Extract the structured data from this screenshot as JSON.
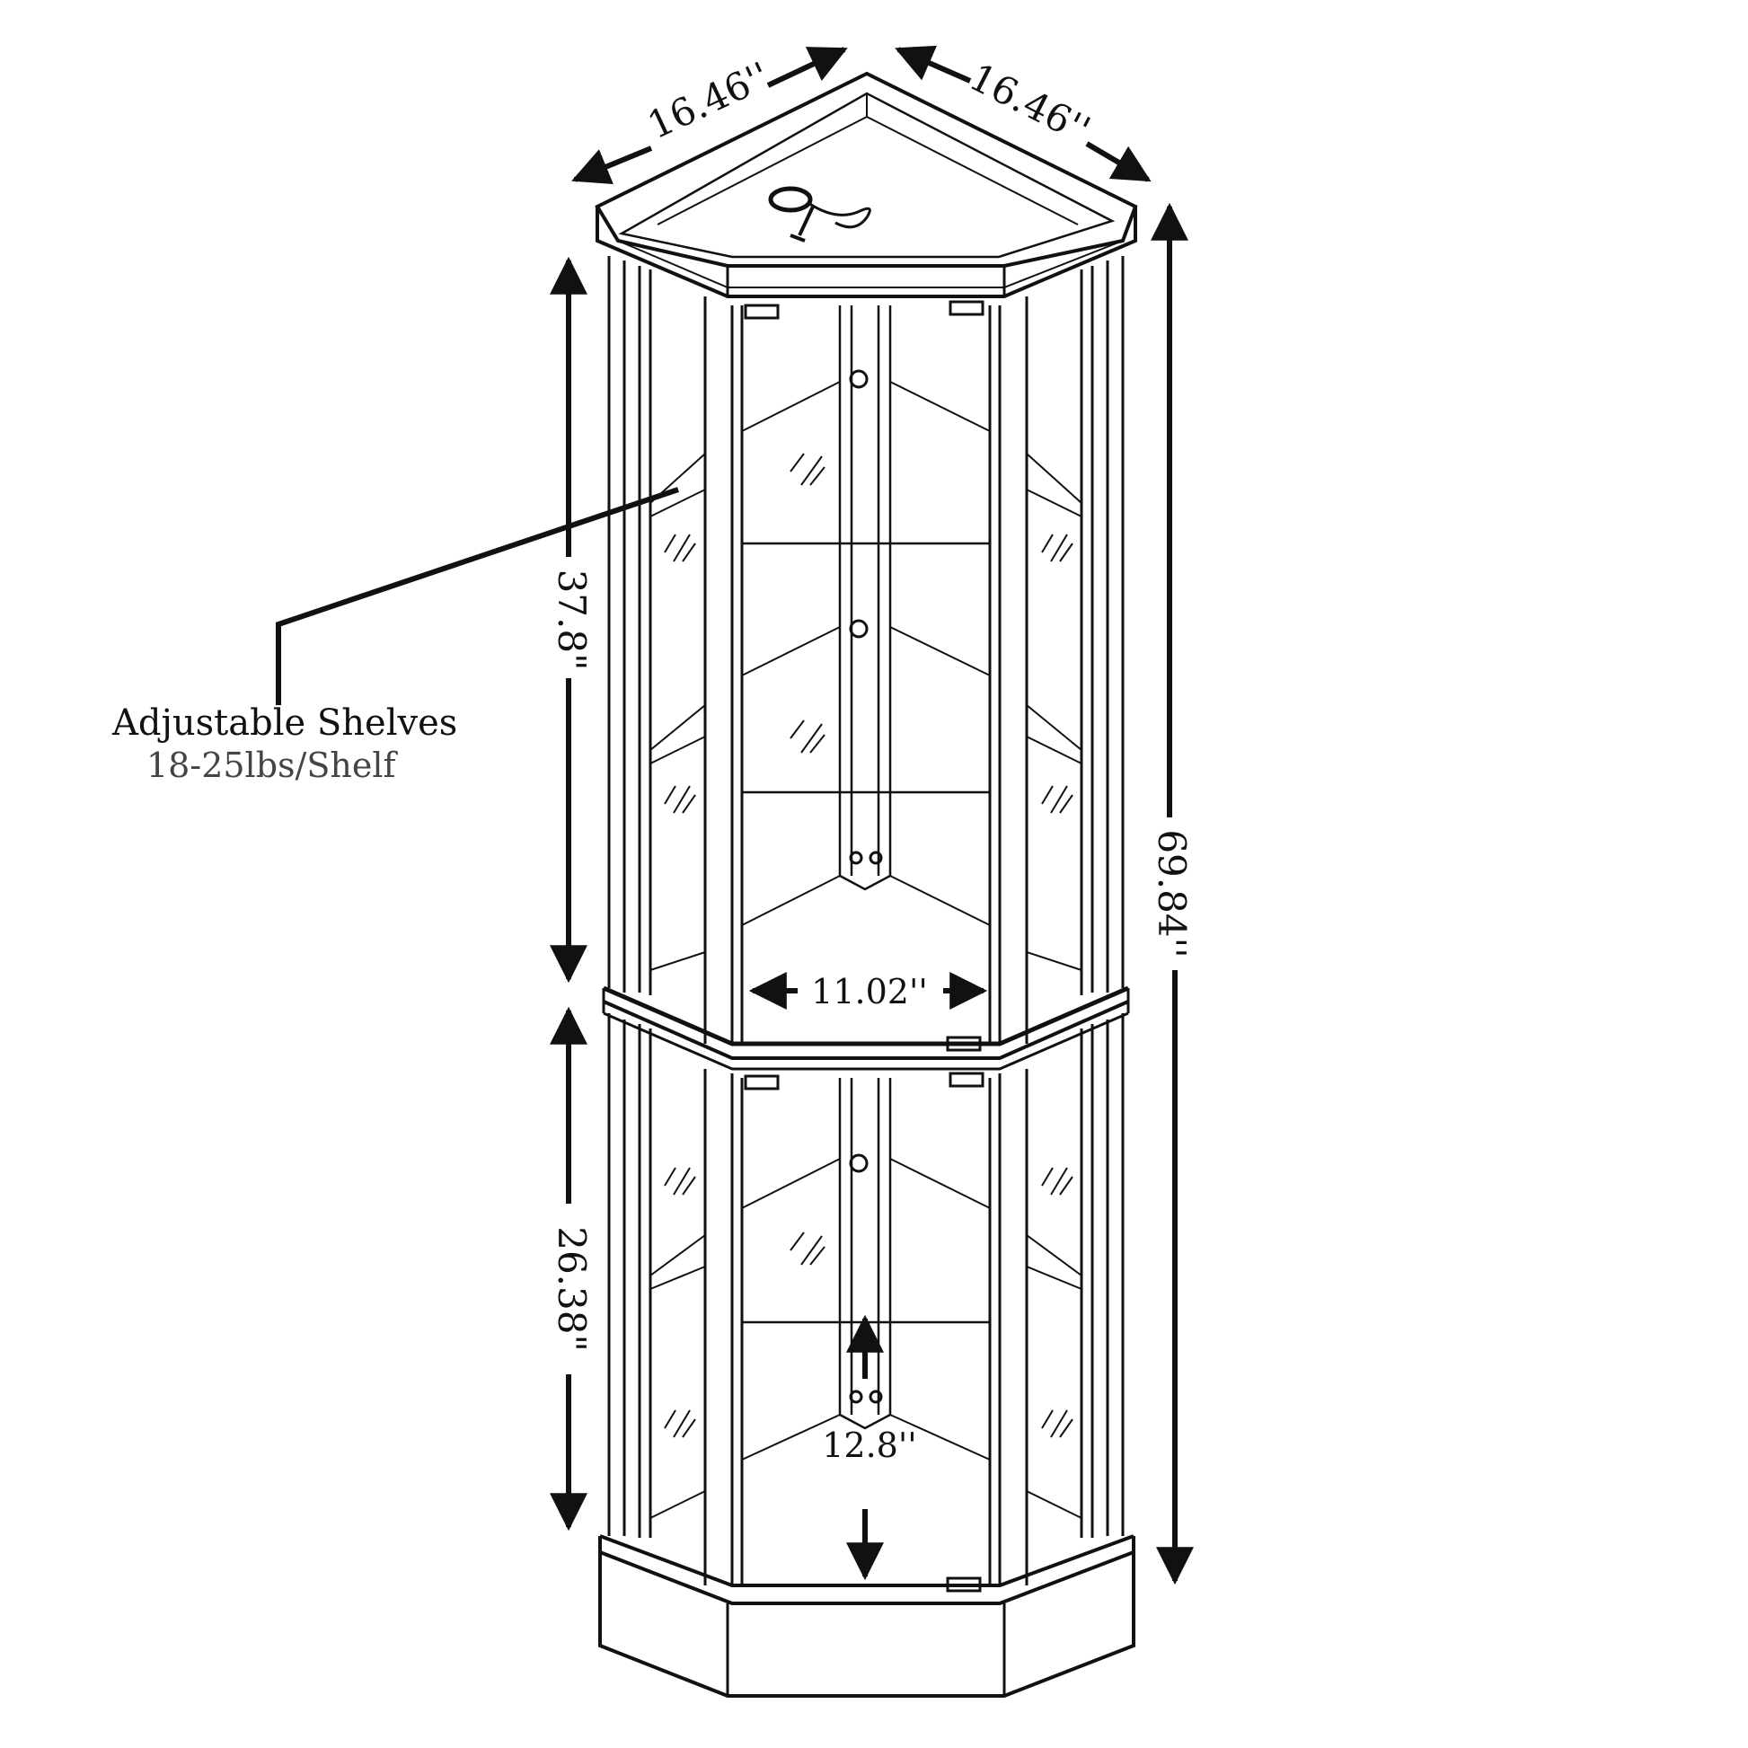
{
  "dimensions": {
    "top_width_left": "16.46''",
    "top_width_right": "16.46''",
    "upper_height": "37.8\"",
    "lower_height": "26.38\"",
    "total_height": "69.84''",
    "door_width": "11.02''",
    "shelf_spacing": "12.8''"
  },
  "callout": {
    "title": "Adjustable Shelves",
    "subtitle": "18-25lbs/Shelf"
  },
  "colors": {
    "ink": "#111111",
    "background": "#ffffff"
  }
}
